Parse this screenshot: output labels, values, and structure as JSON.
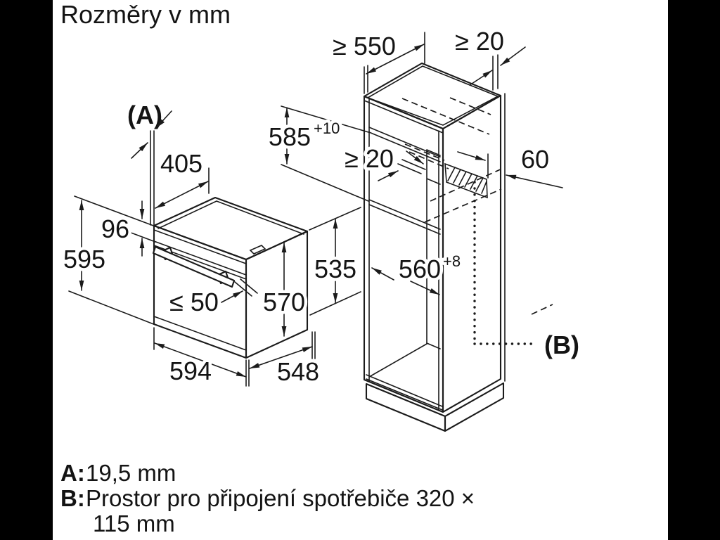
{
  "title": "Rozměry v mm",
  "colors": {
    "letterbox": "#000000",
    "paper": "#ffffff",
    "ink": "#1b1b1b"
  },
  "oven": {
    "label_a": "(A)",
    "top_depth": "405",
    "control_panel_height": "96",
    "height": "595",
    "handle_clearance": "≤ 50",
    "body_height": "570",
    "rear_height": "535",
    "width": "594",
    "depth": "548"
  },
  "cabinet": {
    "min_depth": "≥ 550",
    "rear_wall_gap": "≥ 20",
    "niche_height": "585",
    "niche_height_tolerance": "+10",
    "vent_gap": "≥ 20",
    "niche_width": "560",
    "niche_width_tolerance": "+8",
    "connection_offset": "60",
    "label_b": "(B)"
  },
  "legend": {
    "a_key": "A:",
    "a_value": "19,5 mm",
    "b_key": "B:",
    "b_value_line1": "Prostor pro připojení spotřebiče 320 ×",
    "b_value_line2": "115 mm"
  }
}
